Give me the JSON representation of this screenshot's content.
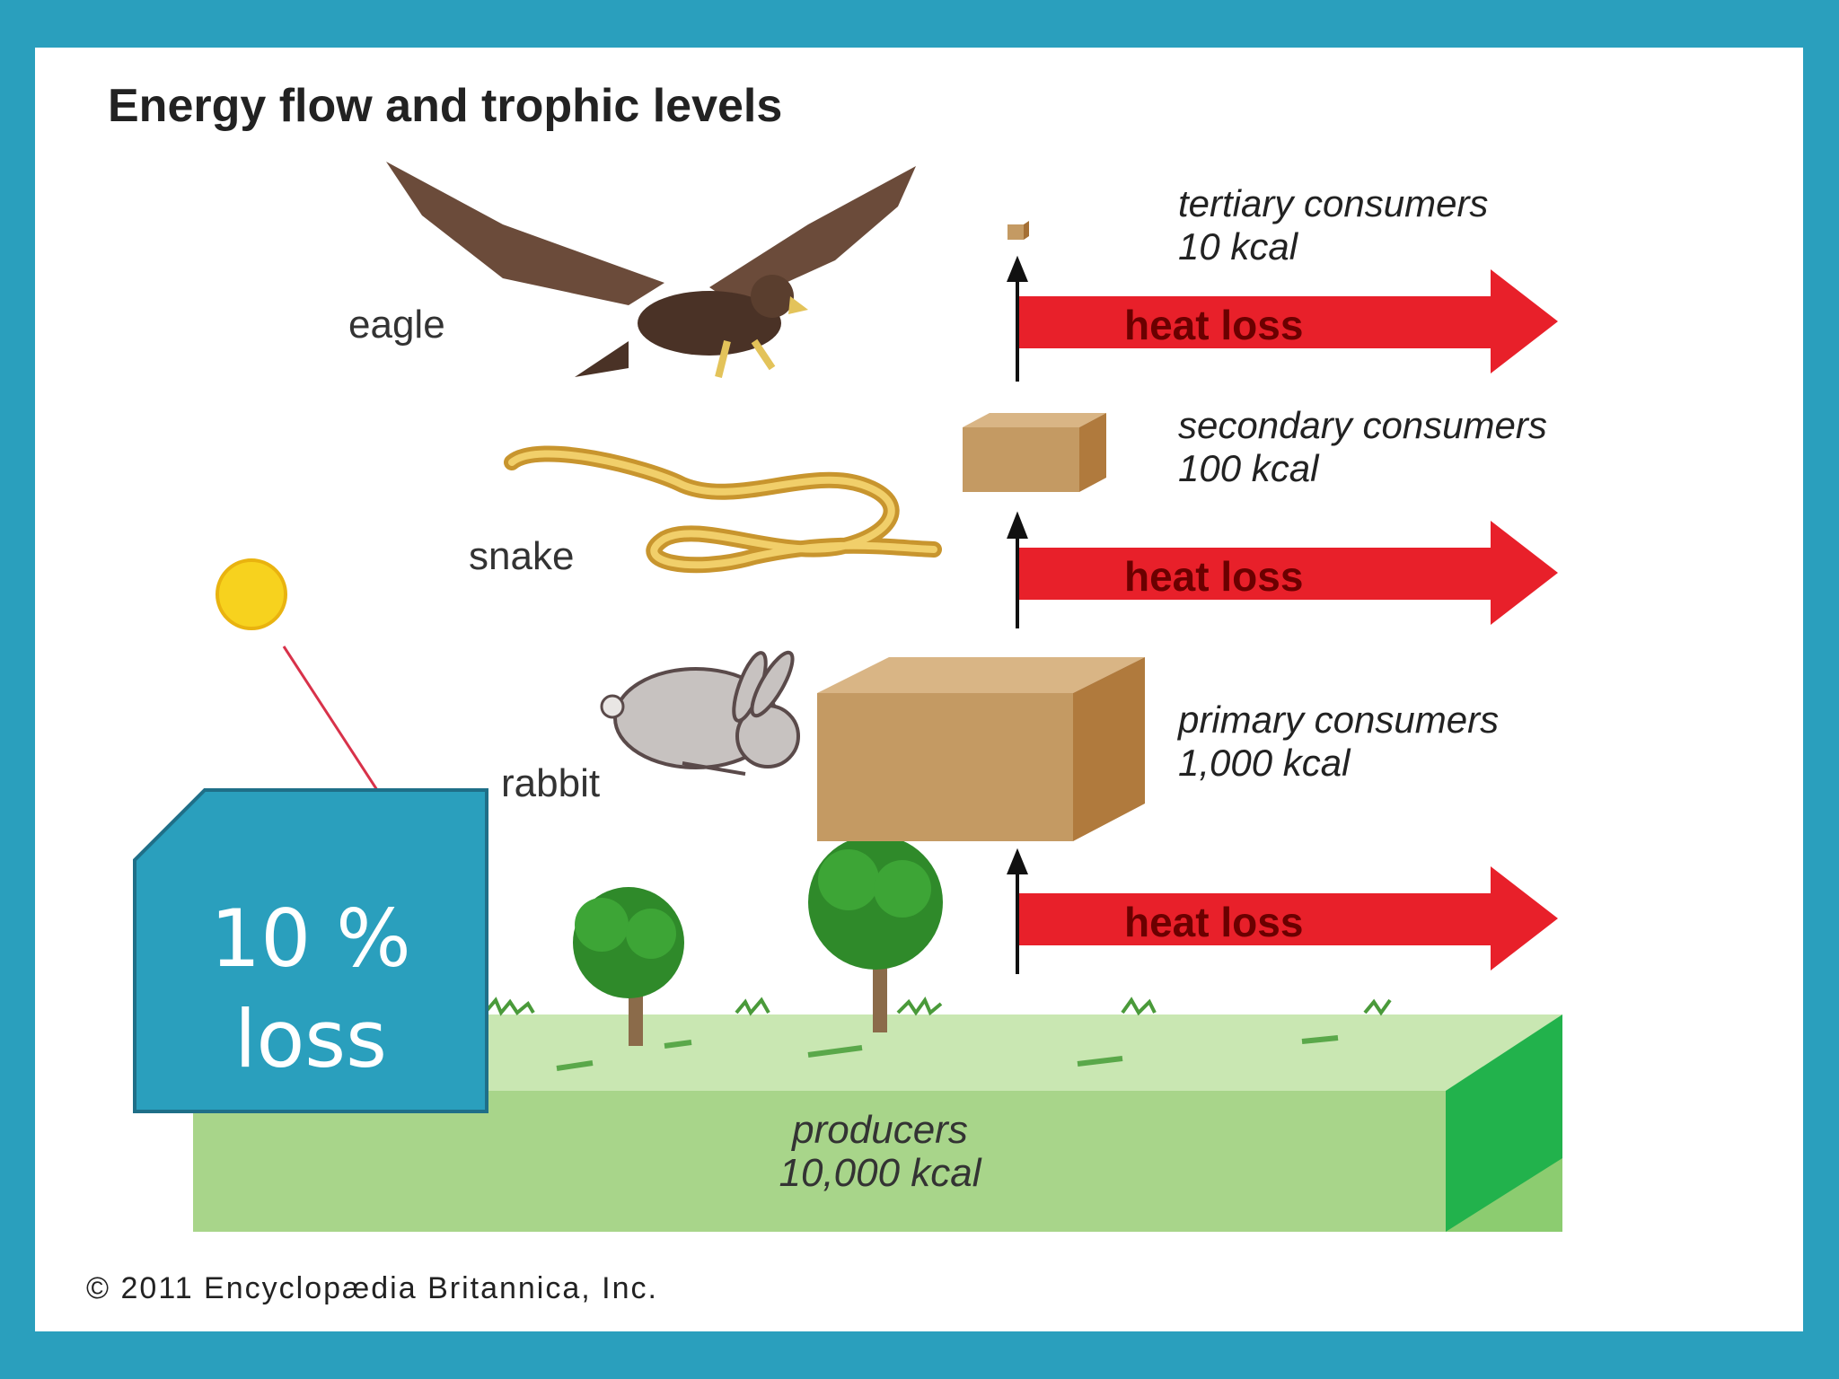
{
  "diagram": {
    "title": "Energy flow and trophic levels",
    "animals": {
      "eagle": "eagle",
      "snake": "snake",
      "rabbit": "rabbit"
    },
    "levels": [
      {
        "name": "tertiary consumers",
        "energy": "10 kcal"
      },
      {
        "name": "secondary consumers",
        "energy": "100 kcal"
      },
      {
        "name": "primary consumers",
        "energy": "1,000 kcal"
      }
    ],
    "producers": {
      "name": "producers",
      "energy": "10,000 kcal"
    },
    "heat_loss_label": "heat loss",
    "copyright": "© 2011 Encyclopædia Britannica, Inc."
  },
  "callout": {
    "line1": "10 %",
    "line2": "loss"
  },
  "colors": {
    "frame": "#2a9fbd",
    "callout": "#2a9fbd",
    "arrow": "#e8202a",
    "block": "#c49a63",
    "grass": "#a8d58a",
    "sun": "#f7d21e"
  }
}
